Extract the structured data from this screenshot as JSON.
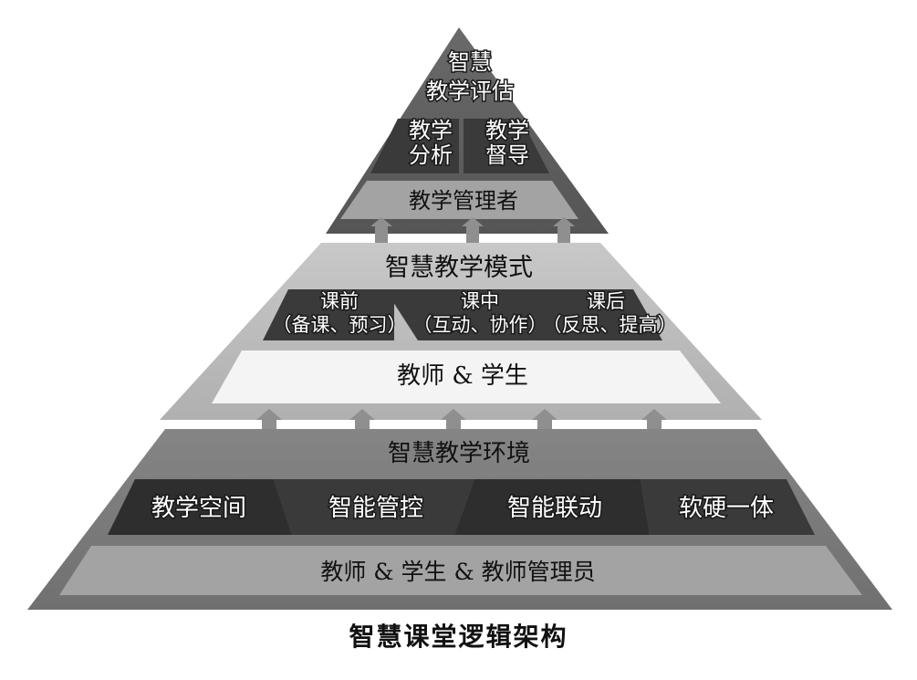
{
  "caption": "智慧课堂逻辑架构",
  "top_tier": {
    "title_line1": "智慧",
    "title_line2": "教学评估",
    "cells": [
      {
        "line1": "教学",
        "line2": "分析"
      },
      {
        "line1": "教学",
        "line2": "督导"
      }
    ],
    "base": "教学管理者"
  },
  "middle_tier": {
    "title": "智慧教学模式",
    "cells": [
      {
        "line1": "课前",
        "line2": "（备课、预习）"
      },
      {
        "line1": "课中",
        "line2": "（互动、协作）"
      },
      {
        "line1": "课后",
        "line2": "（反思、提高）"
      }
    ],
    "base": "教师 & 学生"
  },
  "bottom_tier": {
    "title": "智慧教学环境",
    "cells": [
      "教学空间",
      "智能管控",
      "智能联动",
      "软硬一体"
    ],
    "base": "教师 & 学生 & 教师管理员"
  },
  "colors": {
    "top_band": "#5e5e5e",
    "middle_band": "#b8b8b8",
    "bottom_band": "#7c7c7c",
    "cell_dark": "#3a3a3a",
    "base_light": "#a3a3a3",
    "base_white": "#f4f4f4",
    "arrow": "#8f8f8f"
  }
}
